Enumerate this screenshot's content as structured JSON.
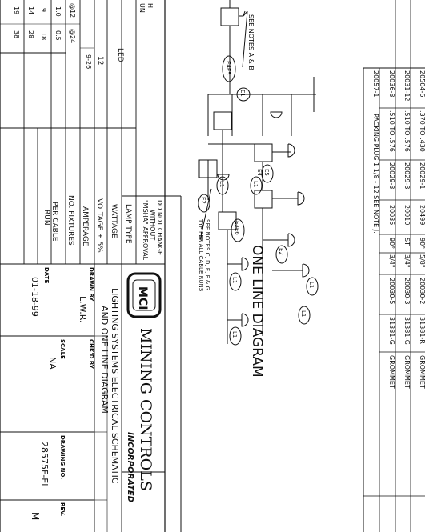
{
  "title_block": {
    "company_name": "MINING CONTROLS",
    "company_suffix": "INCORPORATED",
    "logo_letters": "MCI",
    "drawing_title_1": "LIGHTING SYSTEMS ELECTRICAL SCHEMATIC",
    "drawing_title_2": "AND ONE LINE DIAGRAM",
    "drawn_by_label": "DRAWN BY",
    "drawn_by": "L.W.R.",
    "checked_by_label": "CHK'D BY",
    "scale_label": "SCALE",
    "scale": "NA",
    "date_label": "DATE",
    "date": "01-18-99",
    "drawing_no_label": "DRAWING NO.",
    "drawing_no": "28575F-EL",
    "rev_label": "REV.",
    "rev": "M"
  },
  "msha_note": [
    "DO NOT CHANGE",
    "WITHOUT",
    "\"MSHA\" APPROVAL"
  ],
  "spec_table": {
    "lamp_type_label": "LAMP TYPE",
    "lamp_type": "LED",
    "wattage_label": "WATTAGE",
    "wattage": "12",
    "voltage_label": "VOLTAGE ± 5%",
    "voltage": "9-26",
    "voltage_sub": [
      "@12",
      "@24"
    ],
    "amperage_label": "AMPERAGE",
    "amperage": [
      "1.0",
      "0.5"
    ],
    "fixtures_label": "NO. FIXTURES",
    "fixtures": [
      "9",
      "18"
    ],
    "cable_label": [
      "PER CABLE",
      "RUN"
    ],
    "cable_rows": [
      [
        "14",
        "28"
      ],
      [
        "19",
        "38"
      ]
    ],
    "top_fragments": [
      "H",
      "UN"
    ]
  },
  "diagram": {
    "title": "ONE LINE DIAGRAM",
    "note_ab": "SEE NOTES A & B",
    "note_cdefg_1": "SEE NOTES C, D, E, F & G",
    "note_cdefg_2": "TYP PER ALL CABLE RUNS",
    "labels": {
      "e1": "E1",
      "e2": "E2",
      "e3e6": "E3E6",
      "e4e5": "E4E5",
      "e5": "E5",
      "e4": "E4",
      "l1": "L1"
    }
  },
  "parts_table": {
    "rows": [
      [
        "20504-6",
        ".370 TO .430",
        "20029-1",
        "20499",
        "90°",
        "5/8\"",
        "20030-2",
        "31381-R",
        "GROMMET"
      ],
      [
        "20031-12",
        ".510 TO .576",
        "20029-3",
        "20010",
        "ST",
        "3/4\"",
        "20030-3",
        "31381-G",
        "GROMMET"
      ],
      [
        "20036-8",
        ".510 TO .576",
        "20029-3",
        "20035",
        "90°",
        "3/4\"",
        "20030-5",
        "31381-G",
        "GROMMET"
      ]
    ],
    "last_row": [
      "20057-1",
      "PACKING PLUG 1 1/8 - 12 SEE NOTE J."
    ]
  }
}
